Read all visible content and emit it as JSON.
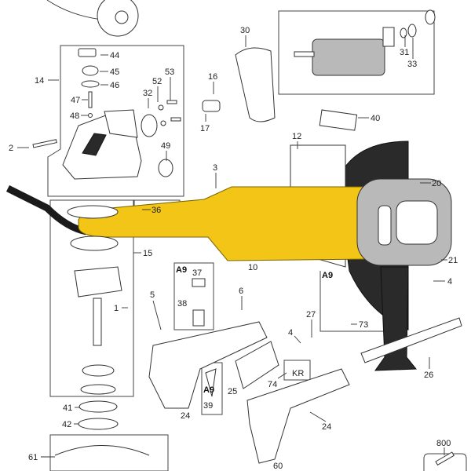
{
  "diagram": {
    "title": "Angle grinder exploded parts diagram",
    "accent_color": "#f2c516",
    "part_labels": {
      "p44": "44",
      "p45": "45",
      "p46": "46",
      "p14": "14",
      "p47": "47",
      "p48": "48",
      "p32": "32",
      "p52": "52",
      "p53": "53",
      "p16": "16",
      "p17": "17",
      "p2": "2",
      "p49": "49",
      "p3": "3",
      "p30": "30",
      "p31": "31",
      "p33": "33",
      "p40": "40",
      "p12": "12",
      "p20": "20",
      "p36": "36",
      "p15": "15",
      "p21": "21",
      "p10": "10",
      "p37": "37",
      "p38": "38",
      "p4a": "4",
      "p1": "1",
      "p5": "5",
      "p6": "6",
      "p27": "27",
      "p4b": "4",
      "p73": "73",
      "p26": "26",
      "p74": "74",
      "p39": "39",
      "p25": "25",
      "p24a": "24",
      "p24b": "24",
      "p41": "41",
      "p42": "42",
      "p61": "61",
      "p60": "60",
      "p800": "800"
    },
    "kit_labels": {
      "a9_1": "A9",
      "a9_2": "A9",
      "a9_3": "A9",
      "kr": "KR"
    }
  }
}
